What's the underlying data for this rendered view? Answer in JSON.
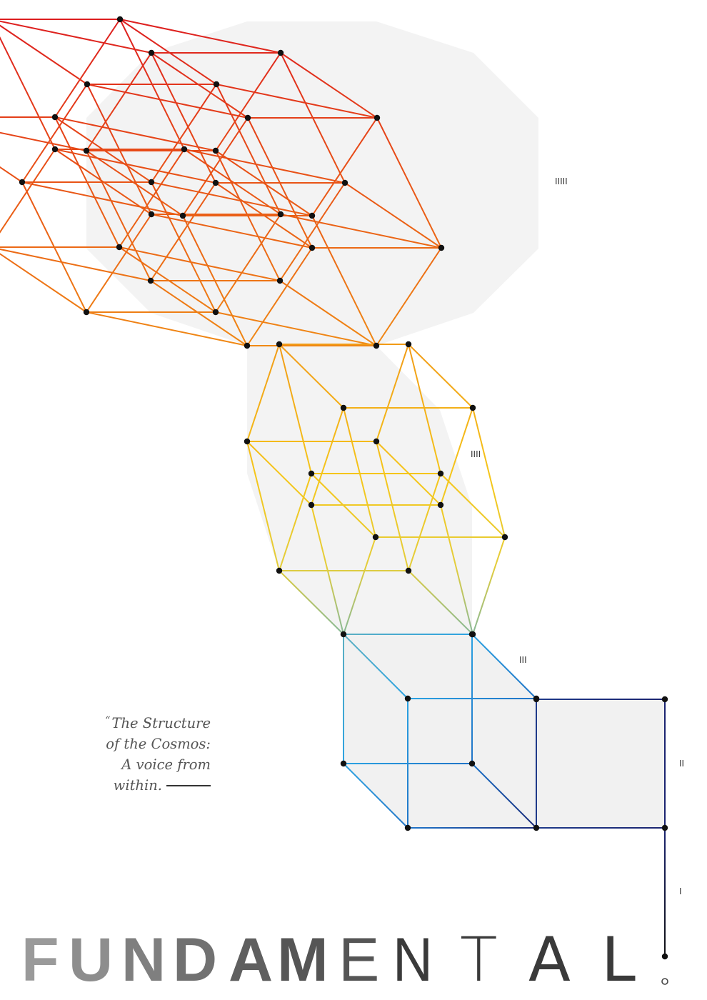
{
  "numerals": {
    "n5": "IIIII",
    "n4": "IIII",
    "n3": "III",
    "n2": "II",
    "n1": "I"
  },
  "quote": {
    "mark": "“",
    "line1": "The Structure",
    "line2": "of the Cosmos:",
    "line3": "A voice from",
    "line4": "within."
  },
  "title": {
    "letters": [
      "F",
      "U",
      "N",
      "D",
      "A",
      "M",
      "E",
      "N",
      "T",
      "A",
      "L",
      "."
    ]
  },
  "colors": {
    "red": "#e0201c",
    "orange": "#ef7d16",
    "yellow": "#f5c21a",
    "teal": "#6fb0a2",
    "blue": "#2aa0e0",
    "navy": "#1b2a78",
    "node": "#111111",
    "fill": "#efefef"
  }
}
